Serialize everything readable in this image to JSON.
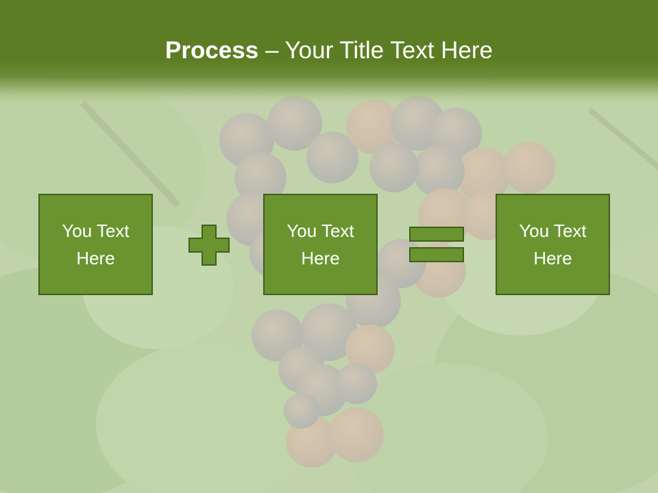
{
  "slide": {
    "title_bold": "Process",
    "title_rest": " – Your Title Text Here",
    "boxes": [
      {
        "text": "You Text Here"
      },
      {
        "text": "You Text Here"
      },
      {
        "text": "You Text Here"
      }
    ],
    "operators": [
      "plus-icon",
      "equals-icon"
    ],
    "colors": {
      "title_bar": "#5d7d24",
      "box_fill": "#6a9430",
      "box_border": "#3f5e1a",
      "operator_fill": "#6a9430"
    }
  }
}
